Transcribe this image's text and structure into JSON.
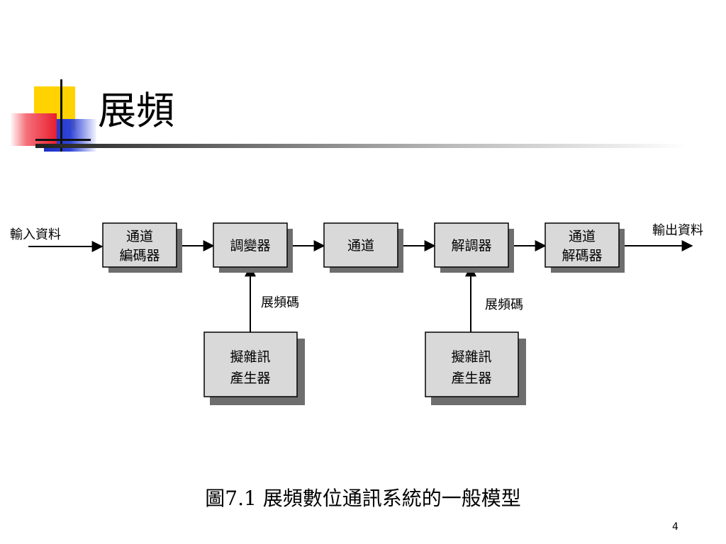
{
  "slide": {
    "title": "展頻",
    "caption": "圖7.1  展頻數位通訊系統的一般模型",
    "page_number": "4"
  },
  "colors": {
    "yellow_square": "#ffd200",
    "red_square": "#ee2233",
    "blue_square": "#2436c8",
    "box_fill": "#d9d9d9",
    "box_shadow": "#6e6e6e"
  },
  "diagram": {
    "input_label": "輸入資料",
    "output_label": "輸出資料",
    "blocks": {
      "channel_encoder": [
        "通道",
        "編碼器"
      ],
      "modulator": [
        "調變器"
      ],
      "channel": [
        "通道"
      ],
      "demodulator": [
        "解調器"
      ],
      "channel_decoder": [
        "通道",
        "解碼器"
      ],
      "pn_generator_tx": [
        "擬雜訊",
        "產生器"
      ],
      "pn_generator_rx": [
        "擬雜訊",
        "產生器"
      ]
    },
    "code_label_tx": "展頻碼",
    "code_label_rx": "展頻碼"
  }
}
